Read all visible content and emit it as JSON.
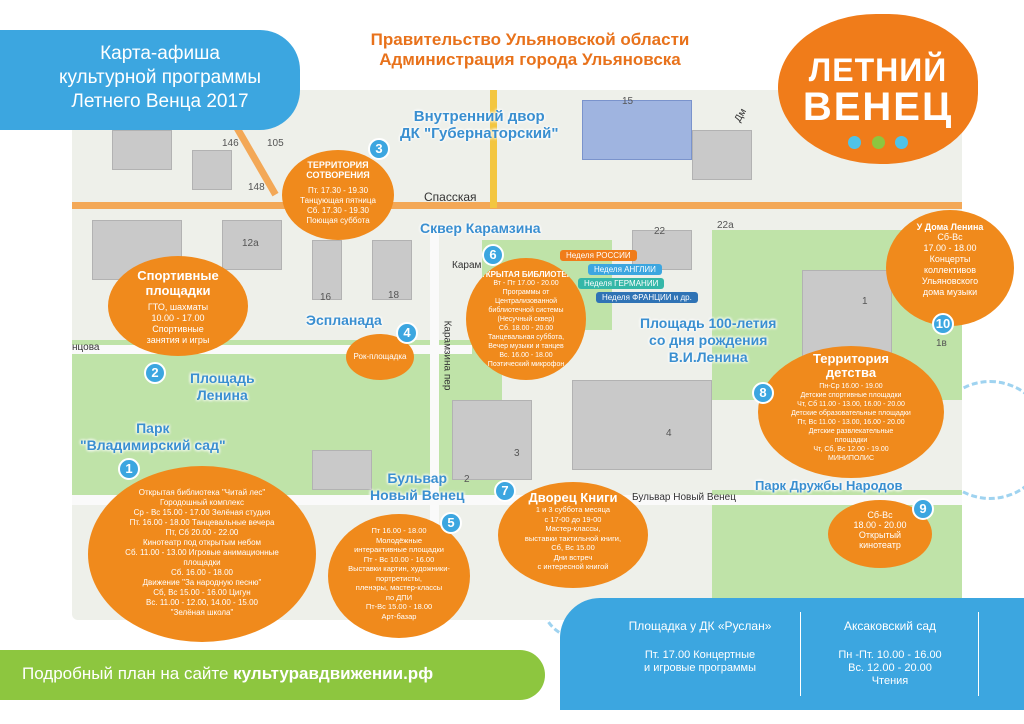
{
  "header": {
    "title_lines": [
      "Карта-афиша",
      "культурной программы",
      "Летнего Венца 2017"
    ],
    "government_lines": [
      "Правительство Ульяновской области",
      "Администрация города Ульяновска"
    ]
  },
  "logo": {
    "line1": "ЛЕТНИЙ",
    "line2": "ВЕНЕЦ",
    "dot_colors": [
      "#4fc3e8",
      "#8dc63f",
      "#4fc3e8"
    ]
  },
  "streets": {
    "spasskaya": "Спасская",
    "karamzina_lane": "Карамзина пер",
    "karamzina": "Карам",
    "novy_venets": "Бульвар Новый Венец",
    "gontsova": "нцова",
    "dm": "Дм"
  },
  "building_numbers": {
    "n146": "146",
    "n105": "105",
    "n148": "148",
    "n12a": "12а",
    "n16": "16",
    "n18": "18",
    "n15": "15",
    "n22": "22",
    "n22a": "22а",
    "n1": "1",
    "n4": "4",
    "n3": "3",
    "n2": "2",
    "n1v": "1в"
  },
  "places": {
    "inner_yard": [
      "Внутренний двор",
      "ДК \"Губернаторский\""
    ],
    "skver": "Сквер Карамзина",
    "esplanada": "Эспланада",
    "lenin_square": [
      "Площадь",
      "Ленина"
    ],
    "park_vlad": [
      "Парк",
      "\"Владимирский сад\""
    ],
    "bulvar": [
      "Бульвар",
      "Новый Венец"
    ],
    "square_100": [
      "Площадь 100-летия",
      "со дня рождения",
      "В.И.Ленина"
    ],
    "park_druzhby": "Парк Дружбы Народов"
  },
  "weeks": {
    "russia": "Неделя РОССИИ",
    "england": "Неделя АНГЛИИ",
    "germany": "Неделя ГЕРМАНИИ",
    "france": "Неделя ФРАНЦИИ и др."
  },
  "bubbles": {
    "b1": {
      "badge": "1",
      "lines": [
        "Открытая библиотека \"Читай лес\"",
        "Городошный комплекс",
        "Ср - Вс 15.00 - 17.00 Зелёная студия",
        "Пт. 16.00 - 18.00 Танцевальные вечера",
        "Пт, Сб 20.00 - 22.00",
        "Кинотеатр под открытым небом",
        "Сб. 11.00 - 13.00 Игровые анимационные",
        "площадки",
        "Сб. 16.00 - 18.00",
        "Движение \"За народную песню\"",
        "Сб, Вс 15.00 - 16.00 Цигун",
        "Вс. 11.00 - 12.00, 14.00 - 15.00",
        "\"Зелёная школа\""
      ]
    },
    "b2": {
      "badge": "2"
    },
    "b3": {
      "badge": "3",
      "title_lines": [
        "ТЕРРИТОРИЯ",
        "СОТВОРЕНИЯ"
      ],
      "lines": [
        "Пт. 17.30 - 19.30",
        "Танцующая пятница",
        "Сб. 17.30 - 19.30",
        "Поющая суббота"
      ]
    },
    "b4": {
      "badge": "4",
      "lines": [
        "Рок-площадка"
      ]
    },
    "b5": {
      "badge": "5",
      "lines": [
        "Пт 16.00 - 18.00",
        "Молодёжные",
        "интерактивные площадки",
        "Пт - Вс 10.00 - 16.00",
        "Выставки картин, художники-",
        "портретисты,",
        "пленэры, мастер-классы",
        "по ДПИ",
        "Пт-Вс 15.00 - 18.00",
        "Арт-базар"
      ]
    },
    "b6": {
      "badge": "6",
      "title": "ОТКРЫТАЯ БИБЛИОТЕКА",
      "lines": [
        "Вт - Пт 17.00 - 20.00",
        "Программы от",
        "Централизованной",
        "библиотечной системы",
        "(Несучный сквер)",
        "Сб. 18.00 - 20.00",
        "Танцевальная суббота,",
        "Вечер музыки и танцев",
        "Вс. 16.00 - 18.00",
        "Поэтический микрофон"
      ]
    },
    "b7": {
      "badge": "7",
      "title": "Дворец Книги",
      "lines": [
        "1 и 3 суббота месяца",
        "с 17-00 до 19-00",
        "Мастер-классы,",
        "выставки тактильной книги,",
        "Сб, Вс 15.00",
        "Дни встреч",
        "с интересной книгой"
      ]
    },
    "b8": {
      "badge": "8",
      "title_lines": [
        "Территория",
        "детства"
      ],
      "lines": [
        "Пн-Ср 16.00 - 19.00",
        "Детские спортивные площадки",
        "Чт, Сб 11.00 - 13.00, 16.00 - 20.00",
        "Детские образовательные площадки",
        "Пт, Вс 11.00 - 13.00, 16.00 - 20.00",
        "Детские развлекательные",
        "площадки",
        "Чт, Сб, Вс 12.00 - 19.00",
        "МИНИПОЛИС"
      ]
    },
    "b9": {
      "badge": "9",
      "lines": [
        "Сб-Вс",
        "18.00 - 20.00",
        "Открытый",
        "кинотеатр"
      ]
    },
    "b10": {
      "badge": "10",
      "title": "У Дома Ленина",
      "lines": [
        "Сб-Вс",
        "17.00 - 18.00",
        "Концерты",
        "коллективов",
        "Ульяновского",
        "дома музыки"
      ]
    },
    "sport": {
      "title_lines": [
        "Спортивные",
        "площадки"
      ],
      "lines": [
        "ГТО, шахматы",
        "10.00 - 17.00",
        "Спортивные",
        "занятия и игры"
      ]
    }
  },
  "footer": {
    "prefix": "Подробный план на сайте ",
    "site": "культуравдвижении.рф"
  },
  "venues": [
    {
      "title": "Площадка у ДК «Руслан»",
      "lines": [
        "Пт. 17.00 Концертные",
        "и игровые программы"
      ]
    },
    {
      "title": "Аксаковский сад",
      "lines": [
        "Пн -Пт. 10.00 - 16.00",
        "Вс. 12.00 - 20.00",
        "Чтения"
      ]
    }
  ]
}
